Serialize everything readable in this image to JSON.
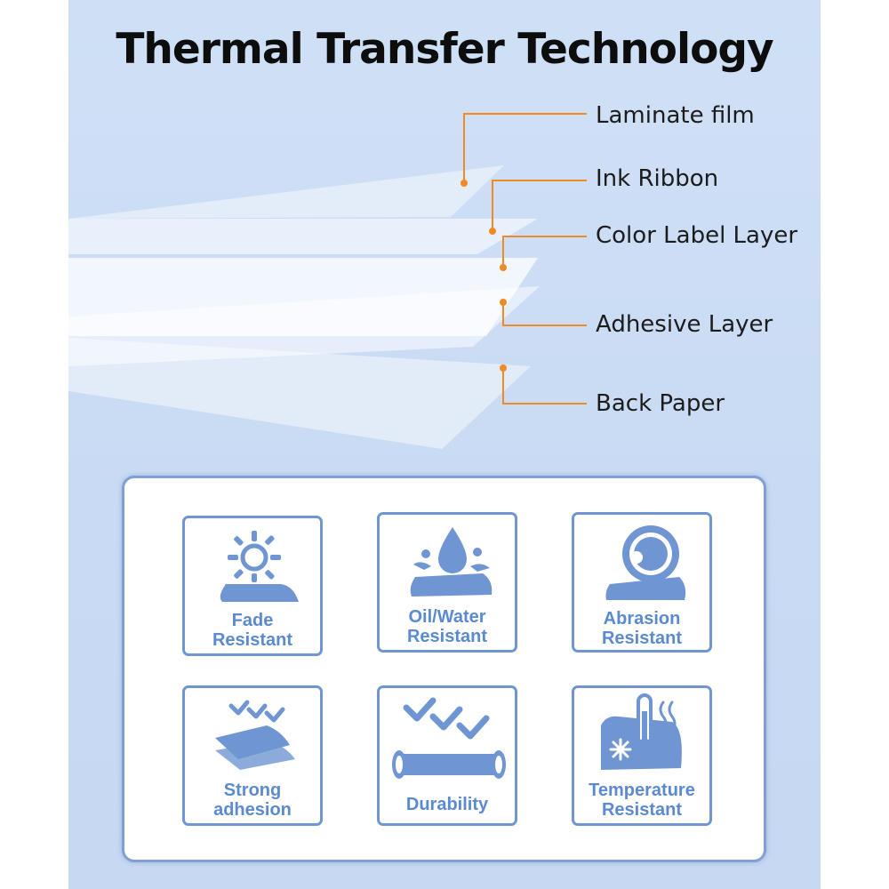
{
  "title": "Thermal Transfer Technology",
  "accent_color": "#f08a24",
  "icon_color": "#6f96d2",
  "layers": [
    {
      "label": "Laminate film"
    },
    {
      "label": "Ink Ribbon"
    },
    {
      "label": "Color Label Layer"
    },
    {
      "label": "Adhesive Layer"
    },
    {
      "label": "Back Paper"
    }
  ],
  "features": [
    {
      "icon": "sun-icon",
      "line1": "Fade",
      "line2": "Resistant"
    },
    {
      "icon": "water-drop-icon",
      "line1": "Oil/Water",
      "line2": "Resistant"
    },
    {
      "icon": "tape-roll-icon",
      "line1": "Abrasion",
      "line2": "Resistant"
    },
    {
      "icon": "adhesion-icon",
      "line1": "Strong",
      "line2": "adhesion"
    },
    {
      "icon": "checkmarks-icon",
      "line1": "Durability",
      "line2": ""
    },
    {
      "icon": "thermometer-snowflake-icon",
      "line1": "Temperature",
      "line2": "Resistant"
    }
  ]
}
